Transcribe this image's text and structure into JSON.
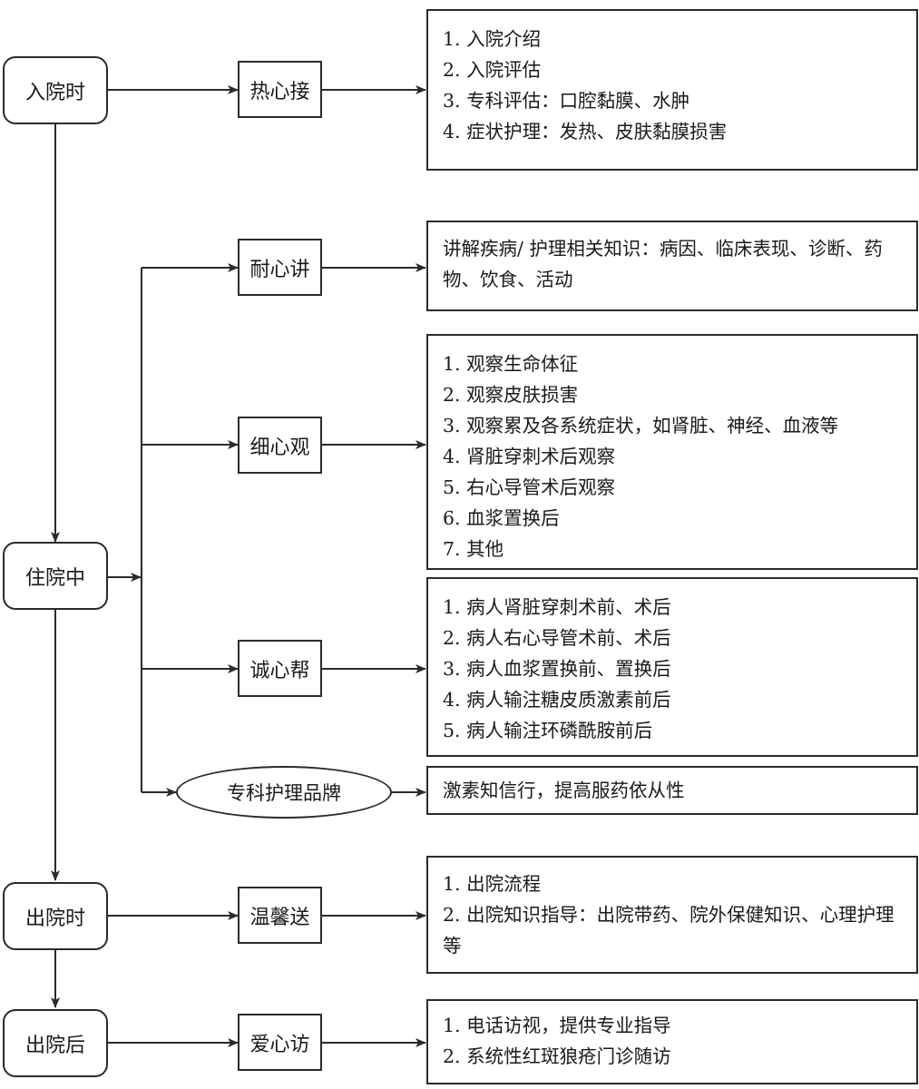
{
  "stages": {
    "admission": "入院时",
    "hospitalization": "住院中",
    "discharge": "出院时",
    "post_discharge": "出院后"
  },
  "actions": {
    "warm_reception": "热心接",
    "patient_explain": "耐心讲",
    "careful_observe": "细心观",
    "sincere_help": "诚心帮",
    "specialty_brand": "专科护理品牌",
    "warm_farewell": "温馨送",
    "caring_visit": "爱心访"
  },
  "details": {
    "warm_reception": [
      "1. 入院介绍",
      "2. 入院评估",
      "3. 专科评估：口腔黏膜、水肿",
      "4. 症状护理：发热、皮肤黏膜损害"
    ],
    "patient_explain": [
      "讲解疾病/ 护理相关知识：病因、临床表现、诊断、药物、饮食、活动"
    ],
    "careful_observe": [
      "1. 观察生命体征",
      "2. 观察皮肤损害",
      "3. 观察累及各系统症状，如肾脏、神经、血液等",
      "4. 肾脏穿刺术后观察",
      "5. 右心导管术后观察",
      "6. 血浆置换后",
      "7. 其他"
    ],
    "sincere_help": [
      "1. 病人肾脏穿刺术前、术后",
      "2. 病人右心导管术前、术后",
      "3. 病人血浆置换前、置换后",
      "4. 病人输注糖皮质激素前后",
      "5.  病人输注环磷酰胺前后"
    ],
    "specialty_brand": [
      "激素知信行，提高服药依从性"
    ],
    "warm_farewell": [
      "1. 出院流程",
      "2. 出院知识指导：出院带药、院外保健知识、心理护理等"
    ],
    "caring_visit": [
      "1. 电话访视，提供专业指导",
      "2. 系统性红斑狼疮门诊随访"
    ]
  }
}
